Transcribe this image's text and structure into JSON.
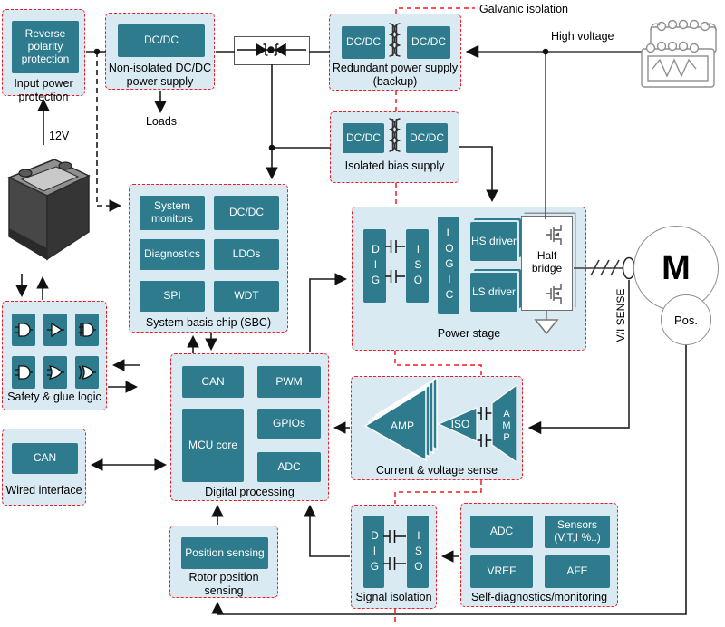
{
  "colors": {
    "chip_teal": "#2d7b8d",
    "panel_blue": "#daeaf2",
    "isolation_red": "#ed1c24",
    "line_black": "#1a1a1a",
    "line_gray": "#555555"
  },
  "annotations": {
    "galvanic_isolation": "Galvanic isolation",
    "high_voltage": "High voltage",
    "battery_12v": "12V",
    "loads": "Loads",
    "vi_sense": "V/I SENSE",
    "motor": "M",
    "position_sensor": "Pos."
  },
  "blocks": {
    "input_power_protection": {
      "chip": "Reverse polarity protection",
      "label": "Input power protection"
    },
    "non_isolated_supply": {
      "chip": "DC/DC",
      "label": "Non-isolated DC/DC power supply"
    },
    "redundant_supply": {
      "chip_left": "DC/DC",
      "chip_right": "DC/DC",
      "label": "Redundant power supply (backup)"
    },
    "isolated_bias_supply": {
      "chip_left": "DC/DC",
      "chip_right": "DC/DC",
      "label": "Isolated bias supply"
    },
    "sbc": {
      "chips": [
        "System monitors",
        "DC/DC",
        "Diagnostics",
        "LDOs",
        "SPI",
        "WDT"
      ],
      "label": "System basis chip (SBC)"
    },
    "power_stage": {
      "dig": "DIG",
      "iso": "ISO",
      "logic": "LOGIC",
      "hs_driver": "HS driver",
      "ls_driver": "LS driver",
      "half_bridge": "Half bridge",
      "label": "Power stage"
    },
    "safety_glue_logic": {
      "label": "Safety & glue logic"
    },
    "digital_processing": {
      "chips": [
        "CAN",
        "PWM",
        "MCU core",
        "GPIOs",
        "ADC"
      ],
      "label": "Digital processing"
    },
    "current_voltage_sense": {
      "amp_left": "AMP",
      "iso": "ISO",
      "amp_right": "AMP",
      "label": "Current & voltage sense"
    },
    "wired_interface": {
      "chip": "CAN",
      "label": "Wired interface"
    },
    "rotor_position_sensing": {
      "chip": "Position sensing",
      "label": "Rotor position sensing"
    },
    "signal_isolation": {
      "dig": "DIG",
      "iso": "ISO",
      "label": "Signal isolation"
    },
    "self_diagnostics": {
      "chips": [
        "ADC",
        "Sensors (V,T,I %..)",
        "VREF",
        "AFE"
      ],
      "label": "Self-diagnostics/monitoring"
    }
  }
}
